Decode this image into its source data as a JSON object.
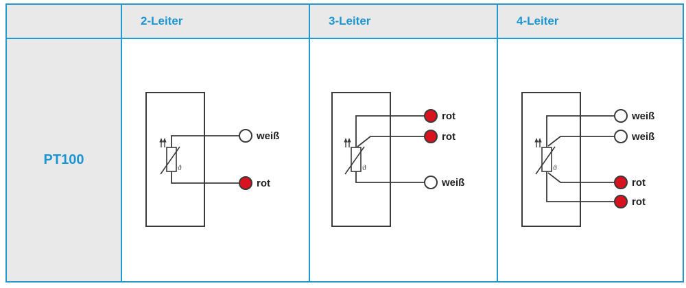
{
  "table": {
    "border_color": "#2499cf",
    "header_bg": "#e9e9e9",
    "accent_text_color": "#1a96d3",
    "header": {
      "columns": [
        "2-Leiter",
        "3-Leiter",
        "4-Leiter"
      ]
    },
    "row_label": "PT100"
  },
  "diagram_colors": {
    "line": "#3a3a3a",
    "terminal_red": "#d9121f",
    "terminal_white": "#ffffff"
  },
  "sensor": {
    "theta_symbol": "ϑ"
  },
  "diagrams": [
    {
      "name": "2-Leiter",
      "terminals": [
        {
          "label": "weiß",
          "fill": "#ffffff"
        },
        {
          "label": "rot",
          "fill": "#d9121f"
        }
      ]
    },
    {
      "name": "3-Leiter",
      "terminals": [
        {
          "label": "rot",
          "fill": "#d9121f"
        },
        {
          "label": "rot",
          "fill": "#d9121f"
        },
        {
          "label": "weiß",
          "fill": "#ffffff"
        }
      ]
    },
    {
      "name": "4-Leiter",
      "terminals": [
        {
          "label": "weiß",
          "fill": "#ffffff"
        },
        {
          "label": "weiß",
          "fill": "#ffffff"
        },
        {
          "label": "rot",
          "fill": "#d9121f"
        },
        {
          "label": "rot",
          "fill": "#d9121f"
        }
      ]
    }
  ]
}
